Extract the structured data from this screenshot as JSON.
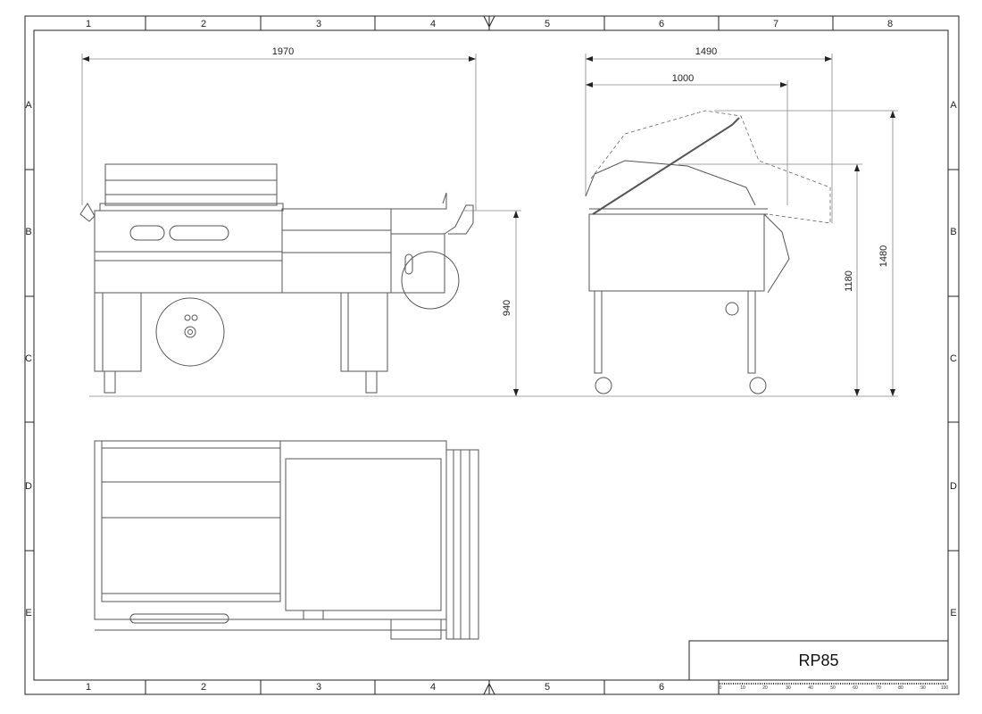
{
  "frame": {
    "columns": [
      "1",
      "2",
      "3",
      "4",
      "5",
      "6",
      "7",
      "8"
    ],
    "rows": [
      "A",
      "B",
      "C",
      "D",
      "E"
    ]
  },
  "dimensions": {
    "front_length": "1970",
    "side_depth_open": "1490",
    "side_depth": "1000",
    "front_height": "940",
    "side_height": "1180",
    "side_height_open": "1480"
  },
  "title_block": {
    "model": "RP85",
    "scale_labels": [
      "0",
      "10",
      "20",
      "30",
      "40",
      "50",
      "60",
      "70",
      "80",
      "90",
      "100"
    ]
  }
}
